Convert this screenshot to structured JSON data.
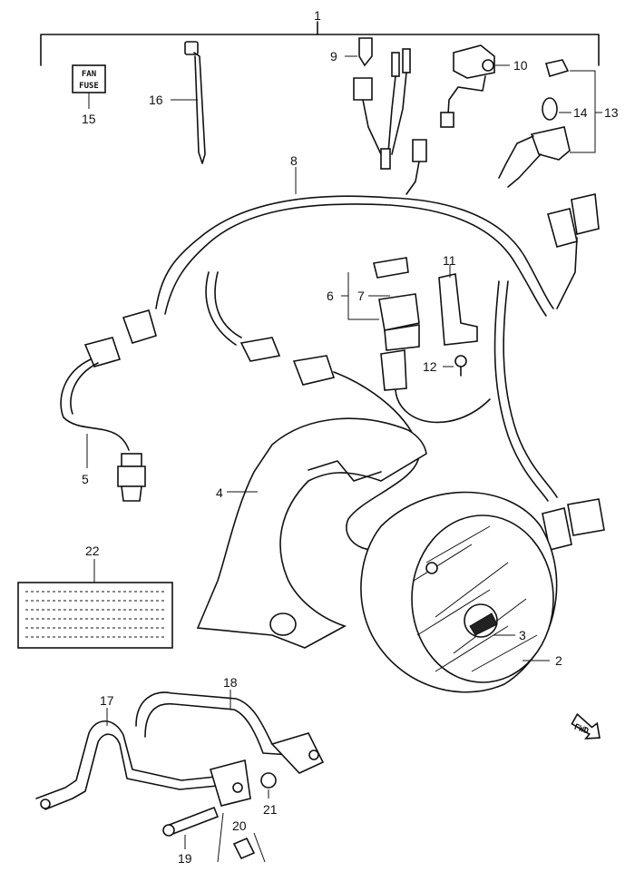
{
  "diagram": {
    "callouts": [
      {
        "id": "c1",
        "text": "1"
      },
      {
        "id": "c2",
        "text": "2"
      },
      {
        "id": "c3",
        "text": "3"
      },
      {
        "id": "c4",
        "text": "4"
      },
      {
        "id": "c5",
        "text": "5"
      },
      {
        "id": "c6",
        "text": "6"
      },
      {
        "id": "c7",
        "text": "7"
      },
      {
        "id": "c8",
        "text": "8"
      },
      {
        "id": "c9",
        "text": "9"
      },
      {
        "id": "c10",
        "text": "10"
      },
      {
        "id": "c11",
        "text": "11"
      },
      {
        "id": "c12",
        "text": "12"
      },
      {
        "id": "c13",
        "text": "13"
      },
      {
        "id": "c14",
        "text": "14"
      },
      {
        "id": "c15",
        "text": "15"
      },
      {
        "id": "c16",
        "text": "16"
      },
      {
        "id": "c17",
        "text": "17"
      },
      {
        "id": "c18",
        "text": "18"
      },
      {
        "id": "c19",
        "text": "19"
      },
      {
        "id": "c20",
        "text": "20"
      },
      {
        "id": "c21",
        "text": "21"
      },
      {
        "id": "c22",
        "text": "22"
      }
    ],
    "fuse_label_line1": "FAN",
    "fuse_label_line2": "FUSE",
    "fwd_label": "FWD"
  }
}
